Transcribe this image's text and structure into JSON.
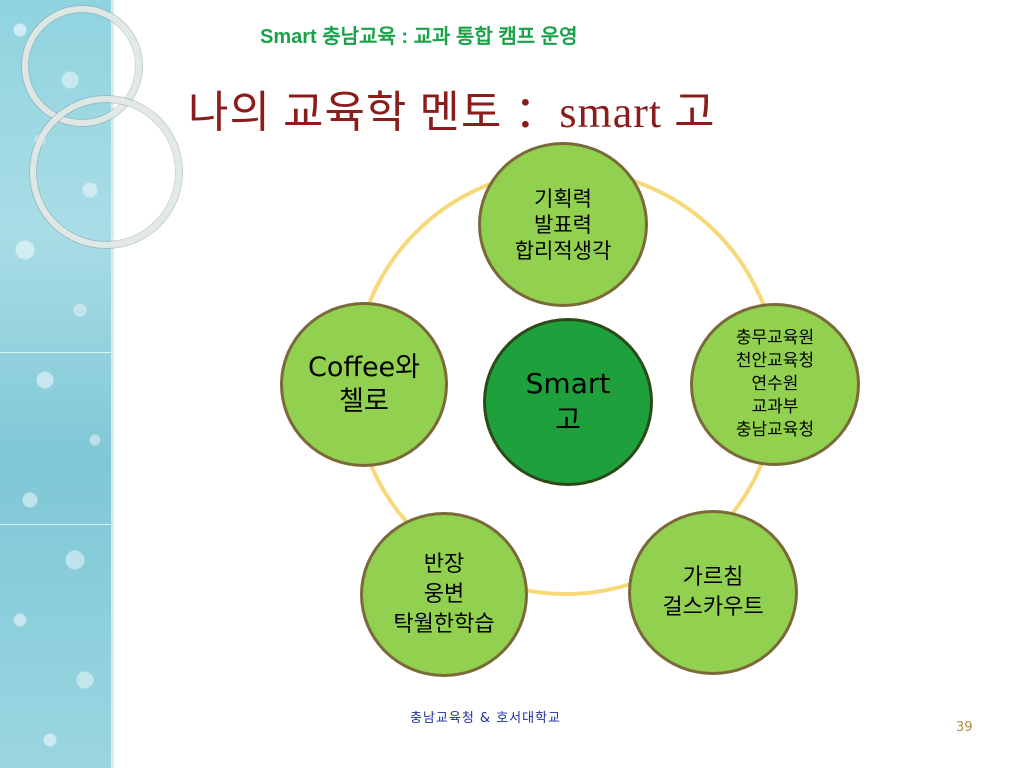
{
  "header": {
    "title": "Smart 충남교육 : 교과 통합 캠프 운영"
  },
  "slide": {
    "title": "나의 교육학 멘토 ：smart 고"
  },
  "diagram": {
    "center": {
      "label": "Smart\n고"
    },
    "nodes": [
      {
        "label": "기획력\n발표력\n합리적생각"
      },
      {
        "label": "충무교육원\n천안교육청\n연수원\n교과부\n충남교육청"
      },
      {
        "label": "가르침\n걸스카우트"
      },
      {
        "label": "반장\n웅변\n탁월한학습"
      },
      {
        "label": "Coffee와\n첼로"
      }
    ]
  },
  "footer": {
    "text": "충남교육청 & 호서대학교",
    "page": "39"
  },
  "colors": {
    "node_fill": "#92d050",
    "center_fill": "#1ea03c",
    "ring_line": "#f7d97a",
    "title": "#8b1c1c",
    "header": "#1aa14a"
  }
}
